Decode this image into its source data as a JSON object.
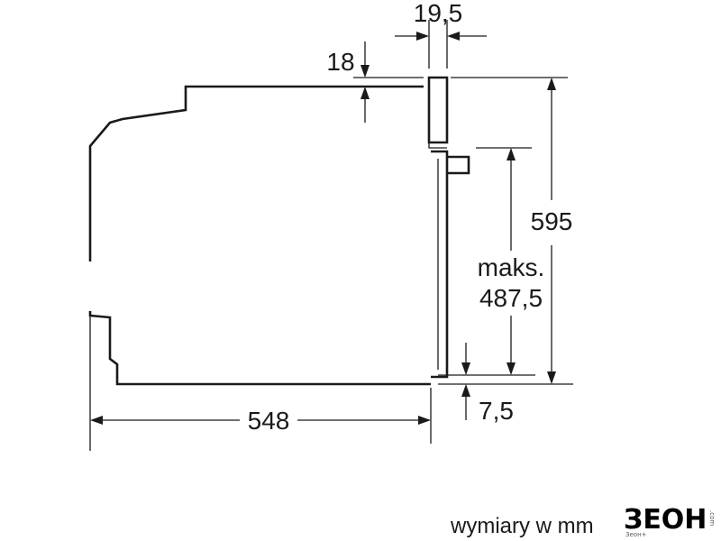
{
  "dimensions": {
    "door_thickness": "19,5",
    "top_gap": "18",
    "height": "595",
    "max_label_line1": "maks.",
    "max_label_line2": "487,5",
    "bottom_gap": "7,5",
    "depth": "548"
  },
  "caption": "wymiary w mm",
  "logo": {
    "text": "ЗЕОН",
    "subtext": "Зеон+",
    "vertical_text": ".com"
  }
}
